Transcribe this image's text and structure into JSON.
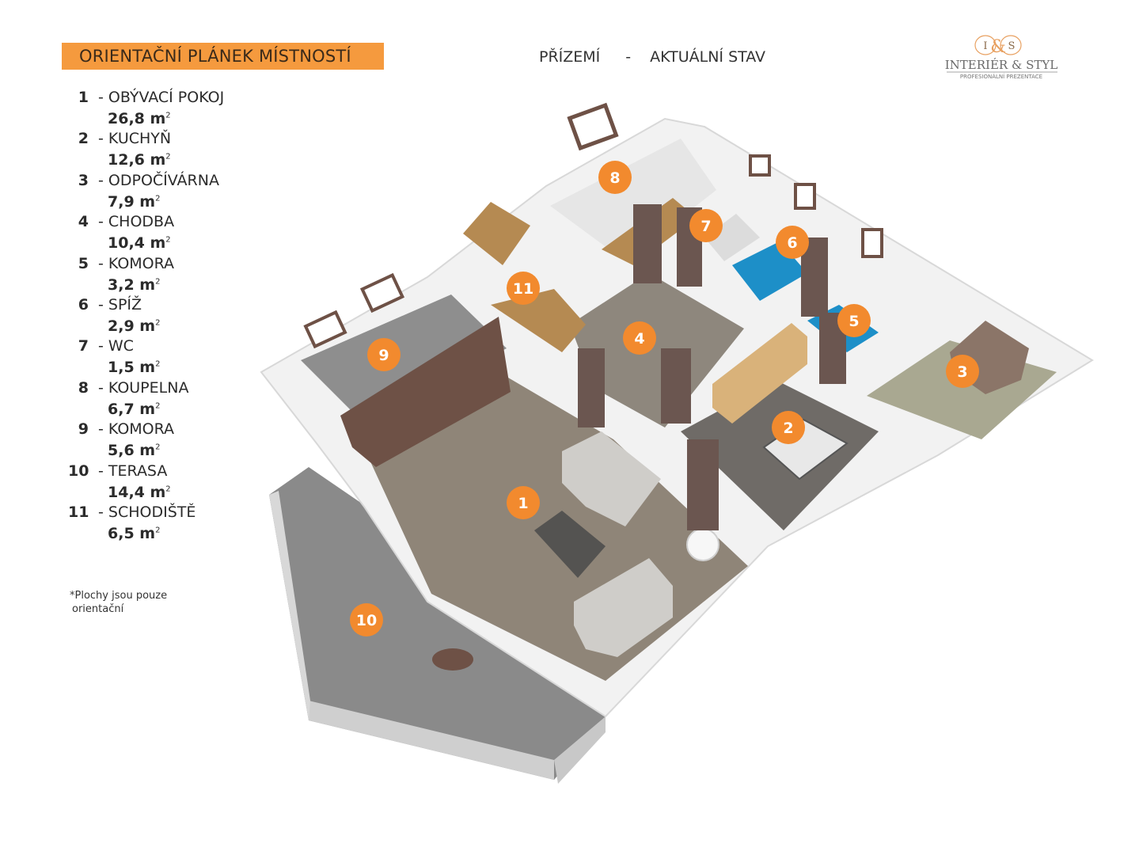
{
  "header": {
    "banner": "ORIENTAČNÍ PLÁNEK MÍSTNOSTÍ",
    "floor": "PŘÍZEMÍ",
    "separator": "-",
    "state": "AKTUÁLNÍ STAV"
  },
  "logo": {
    "monogram_left": "I",
    "monogram_amp": "&",
    "monogram_right": "S",
    "name": "INTERIÉR & STYL",
    "tagline": "PROFESIONÁLNÍ PREZENTACE"
  },
  "legend": [
    {
      "num": "1",
      "name": "- OBÝVACÍ POKOJ",
      "area": "26,8 m",
      "unit_sup": "2"
    },
    {
      "num": "2",
      "name": "- KUCHYŇ",
      "area": "12,6 m",
      "unit_sup": "2"
    },
    {
      "num": "3",
      "name": "- ODPOČÍVÁRNA",
      "area": "7,9 m",
      "unit_sup": "2"
    },
    {
      "num": "4",
      "name": "- CHODBA",
      "area": "10,4 m",
      "unit_sup": "2"
    },
    {
      "num": "5",
      "name": "- KOMORA",
      "area": "3,2 m",
      "unit_sup": "2"
    },
    {
      "num": "6",
      "name": "- SPÍŽ",
      "area": "2,9 m",
      "unit_sup": "2"
    },
    {
      "num": "7",
      "name": "- WC",
      "area": "1,5 m",
      "unit_sup": "2"
    },
    {
      "num": "8",
      "name": "- KOUPELNA",
      "area": "6,7 m",
      "unit_sup": "2"
    },
    {
      "num": "9",
      "name": "- KOMORA",
      "area": "5,6 m",
      "unit_sup": "2"
    },
    {
      "num": "10",
      "name": "- TERASA",
      "area": "14,4 m",
      "unit_sup": "2"
    },
    {
      "num": "11",
      "name": "- SCHODIŠTĚ",
      "area": "6,5 m",
      "unit_sup": "2"
    }
  ],
  "note": {
    "line1": "*Plochy jsou pouze",
    "line2": "orientační"
  },
  "markers": [
    "1",
    "2",
    "3",
    "4",
    "5",
    "6",
    "7",
    "8",
    "9",
    "10",
    "11"
  ],
  "colors": {
    "accent": "#f28a2e",
    "banner": "#f59a3e",
    "wall": "#f2f2f2",
    "floor_carpet": "#8f8578",
    "floor_wood": "#b58a52",
    "terrace": "#8a8a8a",
    "tile_blue": "#1d8fc8",
    "furniture_brown": "#6e5146"
  }
}
